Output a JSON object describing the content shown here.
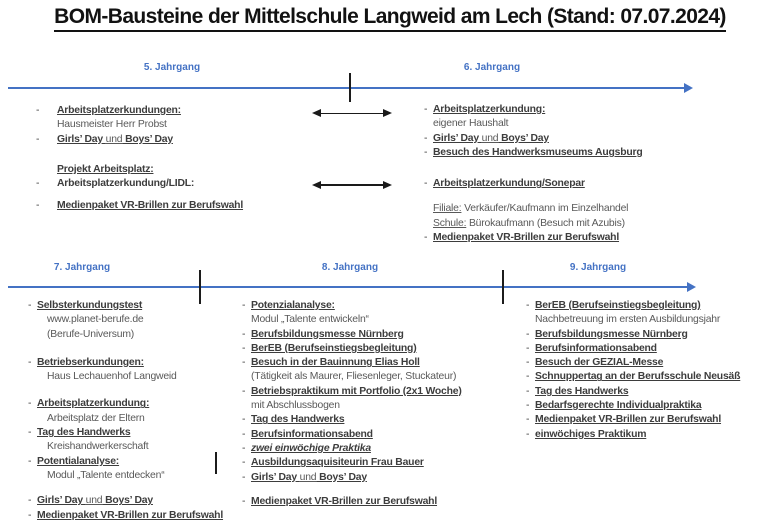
{
  "title": "BOM-Bausteine der Mittelschule Langweid am Lech (Stand: 07.07.2024)",
  "bullet_char": "-",
  "colors": {
    "accent_blue": "#4472C4",
    "text_dark": "#3D3D3D",
    "text_muted": "#595959",
    "arrow_black": "#1A1A1A",
    "title_black": "#121212"
  },
  "grades": {
    "grade5": {
      "label": "5. Jahrgang",
      "items": [
        {
          "d": 1,
          "seg": [
            {
              "t": "Arbeitsplatzerkundungen:",
              "s": "bu"
            }
          ]
        },
        {
          "d": 0,
          "seg": [
            {
              "t": "Hausmeister Herr Probst",
              "s": "p"
            }
          ]
        },
        {
          "d": 1,
          "seg": [
            {
              "t": "Girls’ Day ",
              "s": "bu"
            },
            {
              "t": "und",
              "s": "pu"
            },
            {
              "t": " Boys’ Day",
              "s": "bu"
            }
          ]
        },
        {
          "d": 0,
          "g": 16,
          "seg": [
            {
              "t": "Projekt Arbeitsplatz:",
              "s": "bu"
            }
          ]
        },
        {
          "d": 1,
          "seg": [
            {
              "t": "Arbeitsplatzerkundung/LIDL:",
              "s": "b"
            }
          ]
        },
        {
          "d": 1,
          "g": 8,
          "seg": [
            {
              "t": "Medienpaket VR-Brillen zur Berufswahl",
              "s": "bu"
            }
          ]
        }
      ]
    },
    "grade6": {
      "label": "6. Jahrgang",
      "items": [
        {
          "d": 1,
          "seg": [
            {
              "t": "Arbeitsplatzerkundung:",
              "s": "bu"
            }
          ]
        },
        {
          "d": 0,
          "seg": [
            {
              "t": "eigener Haushalt",
              "s": "p"
            }
          ]
        },
        {
          "d": 1,
          "seg": [
            {
              "t": "Girls’ Day ",
              "s": "bu"
            },
            {
              "t": "und",
              "s": "pu"
            },
            {
              "t": " Boys’ Day",
              "s": "bu"
            }
          ]
        },
        {
          "d": 1,
          "seg": [
            {
              "t": "Besuch des Handwerksmuseums Augsburg",
              "s": "bu"
            }
          ]
        },
        {
          "d": 1,
          "g": 17,
          "seg": [
            {
              "t": "Arbeitsplatzerkundung/Sonepar",
              "s": "bu"
            }
          ]
        },
        {
          "d": 0,
          "g": 11,
          "seg": [
            {
              "t": "Filiale:",
              "s": "pu"
            },
            {
              "t": " Verkäufer/Kaufmann im Einzelhandel",
              "s": "p"
            }
          ]
        },
        {
          "d": 0,
          "seg": [
            {
              "t": "Schule:",
              "s": "pu"
            },
            {
              "t": " Bürokaufmann (Besuch mit Azubis)",
              "s": "p"
            }
          ]
        },
        {
          "d": 1,
          "seg": [
            {
              "t": "Medienpaket VR-Brillen zur Berufswahl",
              "s": "bu"
            }
          ]
        }
      ]
    },
    "grade7": {
      "label": "7. Jahrgang",
      "items": [
        {
          "d": 1,
          "seg": [
            {
              "t": "Selbsterkundungstest",
              "s": "bu"
            }
          ]
        },
        {
          "d": 0,
          "i": 1,
          "seg": [
            {
              "t": "www.planet-berufe.de",
              "s": "p"
            }
          ]
        },
        {
          "d": 0,
          "i": 1,
          "seg": [
            {
              "t": "(Berufe-Universum)",
              "s": "p"
            }
          ]
        },
        {
          "d": 1,
          "g": 14,
          "seg": [
            {
              "t": "Betriebserkundungen:",
              "s": "bu"
            }
          ]
        },
        {
          "d": 0,
          "i": 1,
          "seg": [
            {
              "t": "Haus Lechauenhof Langweid",
              "s": "p"
            }
          ]
        },
        {
          "d": 1,
          "g": 13,
          "seg": [
            {
              "t": "Arbeitsplatzerkundung:",
              "s": "bu"
            }
          ]
        },
        {
          "d": 0,
          "i": 1,
          "seg": [
            {
              "t": "Arbeitsplatz der Eltern",
              "s": "p"
            }
          ]
        },
        {
          "d": 1,
          "seg": [
            {
              "t": "Tag des Handwerks",
              "s": "bu"
            }
          ]
        },
        {
          "d": 0,
          "i": 1,
          "seg": [
            {
              "t": "Kreishandwerkerschaft",
              "s": "p"
            }
          ]
        },
        {
          "d": 1,
          "seg": [
            {
              "t": "Potentialanalyse:",
              "s": "bu"
            }
          ]
        },
        {
          "d": 0,
          "i": 1,
          "seg": [
            {
              "t": "Modul „Talente entdecken“",
              "s": "p"
            }
          ]
        },
        {
          "d": 1,
          "g": 11,
          "seg": [
            {
              "t": "Girls’ Day ",
              "s": "bu"
            },
            {
              "t": "und",
              "s": "pu"
            },
            {
              "t": " Boys’ Day",
              "s": "bu"
            }
          ]
        },
        {
          "d": 1,
          "seg": [
            {
              "t": "Medienpaket VR-Brillen zur Berufswahl",
              "s": "bu"
            }
          ]
        }
      ]
    },
    "grade8": {
      "label": "8. Jahrgang",
      "items": [
        {
          "d": 1,
          "seg": [
            {
              "t": "Potenzialanalyse:",
              "s": "bu"
            }
          ]
        },
        {
          "d": 0,
          "seg": [
            {
              "t": "Modul „Talente entwickeln“",
              "s": "p"
            }
          ]
        },
        {
          "d": 1,
          "seg": [
            {
              "t": "Berufsbildungsmesse Nürnberg",
              "s": "bu"
            }
          ]
        },
        {
          "d": 1,
          "seg": [
            {
              "t": "BerEB (Berufseinstiegsbegleitung)",
              "s": "bu"
            }
          ]
        },
        {
          "d": 1,
          "seg": [
            {
              "t": "Besuch in der Bauinnung Elias Holl",
              "s": "bu"
            }
          ]
        },
        {
          "d": 0,
          "seg": [
            {
              "t": "(Tätigkeit als Maurer, Fliesenleger, Stuckateur)",
              "s": "p"
            }
          ]
        },
        {
          "d": 1,
          "seg": [
            {
              "t": "Betriebspraktikum mit Portfolio (2x1 Woche)",
              "s": "bu"
            }
          ]
        },
        {
          "d": 0,
          "seg": [
            {
              "t": "mit Abschlussbogen",
              "s": "p"
            }
          ]
        },
        {
          "d": 1,
          "seg": [
            {
              "t": "Tag des Handwerks",
              "s": "bu"
            }
          ]
        },
        {
          "d": 1,
          "seg": [
            {
              "t": "Berufsinformationsabend",
              "s": "bu"
            }
          ]
        },
        {
          "d": 1,
          "seg": [
            {
              "t": "zwei einwöchige Praktika",
              "s": "biu"
            }
          ]
        },
        {
          "d": 1,
          "seg": [
            {
              "t": "Ausbildungsaquisiteurin Frau Bauer",
              "s": "bu"
            }
          ]
        },
        {
          "d": 1,
          "seg": [
            {
              "t": "Girls’ Day ",
              "s": "bu"
            },
            {
              "t": "und",
              "s": "pu"
            },
            {
              "t": " Boys’ Day",
              "s": "bu"
            }
          ]
        },
        {
          "d": 1,
          "g": 10,
          "seg": [
            {
              "t": "Medienpaket VR-Brillen zur Berufswahl",
              "s": "bu"
            }
          ]
        }
      ]
    },
    "grade9": {
      "label": "9. Jahrgang",
      "items": [
        {
          "d": 1,
          "seg": [
            {
              "t": "BerEB (Berufseinstiegsbegleitung)",
              "s": "bu"
            }
          ]
        },
        {
          "d": 0,
          "seg": [
            {
              "t": "Nachbetreuung im ersten Ausbildungsjahr",
              "s": "p"
            }
          ]
        },
        {
          "d": 1,
          "seg": [
            {
              "t": "Berufsbildungsmesse Nürnberg",
              "s": "bu"
            }
          ]
        },
        {
          "d": 1,
          "seg": [
            {
              "t": "Berufsinformationsabend",
              "s": "bu"
            }
          ]
        },
        {
          "d": 1,
          "seg": [
            {
              "t": "Besuch der GEZIAL-Messe",
              "s": "bu"
            }
          ]
        },
        {
          "d": 1,
          "seg": [
            {
              "t": "Schnuppertag an der Berufsschule Neusäß",
              "s": "bu"
            }
          ]
        },
        {
          "d": 1,
          "seg": [
            {
              "t": "Tag des Handwerks",
              "s": "bu"
            }
          ]
        },
        {
          "d": 1,
          "seg": [
            {
              "t": "Bedarfsgerechte Individualpraktika",
              "s": "bu"
            }
          ]
        },
        {
          "d": 1,
          "seg": [
            {
              "t": "Medienpaket VR-Brillen zur Berufswahl",
              "s": "bu"
            }
          ]
        },
        {
          "d": 1,
          "seg": [
            {
              "t": "einwöchiges Praktikum",
              "s": "bu"
            }
          ]
        }
      ]
    }
  }
}
